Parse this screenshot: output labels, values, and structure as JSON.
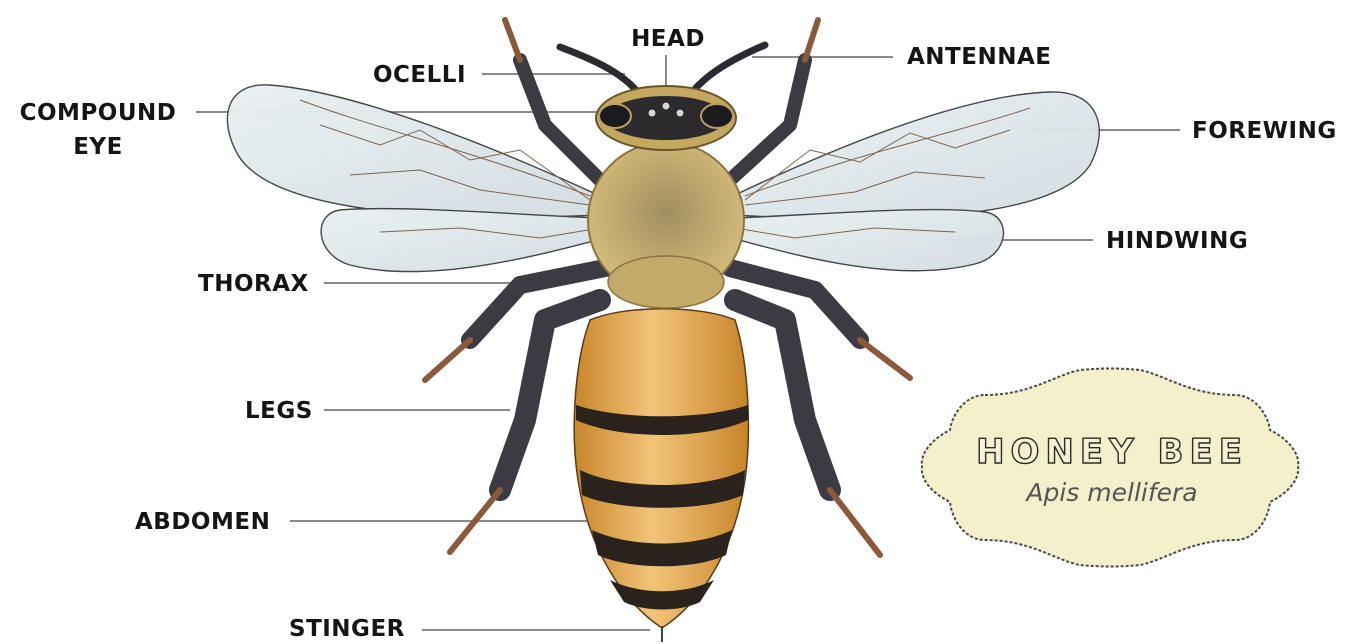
{
  "labels": {
    "head": "HEAD",
    "ocelli": "OCELLI",
    "antennae": "ANTENNAE",
    "compound_eye_line1": "COMPOUND",
    "compound_eye_line2": "EYE",
    "forewing": "FOREWING",
    "hindwing": "HINDWING",
    "thorax": "THORAX",
    "legs": "LEGS",
    "abdomen": "ABDOMEN",
    "stinger": "STINGER"
  },
  "badge": {
    "title": "HONEY BEE",
    "subtitle": "Apis mellifera"
  },
  "colors": {
    "label_text": "#151515",
    "leader_line": "#8a8a8a",
    "badge_fill": "#f4f0cc",
    "abdomen_gold": "#e3a23f",
    "abdomen_band": "#2a221c",
    "thorax_fuzz": "#b9a062",
    "leg_dark": "#3c3b44",
    "wing_fill": "#dfe8ec"
  }
}
